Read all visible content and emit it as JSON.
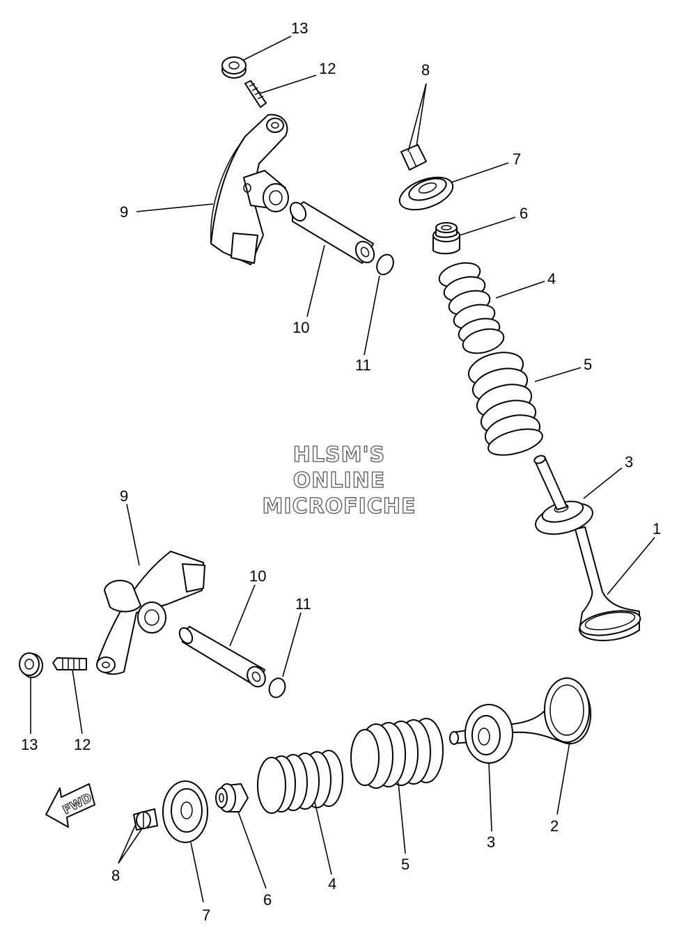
{
  "watermark": {
    "line1": "HLSM'S",
    "line2": "ONLINE",
    "line3": "MICROFICHE"
  },
  "fwd_arrow": {
    "label": "FWD"
  },
  "callouts": {
    "top": {
      "c13": "13",
      "c12": "12",
      "c9": "9",
      "c10": "10",
      "c11": "11",
      "c8": "8",
      "c7": "7",
      "c6": "6",
      "c4": "4",
      "c5": "5",
      "c3": "3",
      "c1": "1"
    },
    "bottom": {
      "c9": "9",
      "c10": "10",
      "c11": "11",
      "c13": "13",
      "c12": "12",
      "c8": "8",
      "c7": "7",
      "c6": "6",
      "c4": "4",
      "c5": "5",
      "c3": "3",
      "c2": "2"
    }
  }
}
